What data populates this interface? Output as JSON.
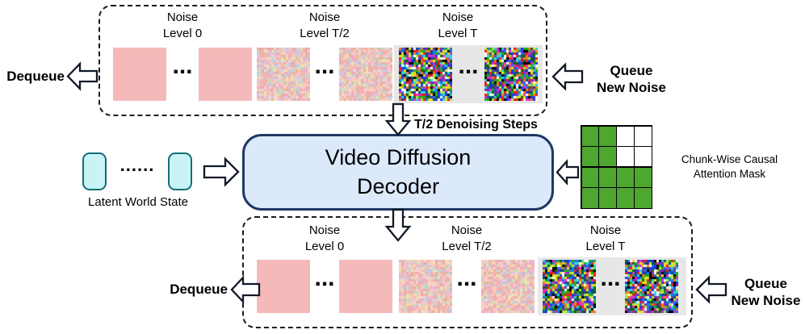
{
  "colors": {
    "frame_pink": "#f6b9b9",
    "queue_strip_gray": "#e7e7e7",
    "decoder_fill": "#dce9fb",
    "decoder_border": "#1f3864",
    "latent_fill": "#c9f3f5",
    "latent_border": "#136f77",
    "mask_green": "#4ea72e",
    "arrow_outline": "#111827"
  },
  "diagram": {
    "decoder": {
      "line1": "Video Diffusion",
      "line2": "Decoder"
    },
    "denoising_steps_label": "T/2 Denoising Steps",
    "latent_world_state": {
      "label": "Latent World State",
      "dots": "......"
    },
    "attention_mask": {
      "label_line1": "Chunk-Wise Causal",
      "label_line2": "Attention Mask",
      "grid": [
        [
          1,
          1,
          0,
          0
        ],
        [
          1,
          1,
          0,
          0
        ],
        [
          1,
          1,
          1,
          1
        ],
        [
          1,
          1,
          1,
          1
        ]
      ]
    },
    "top_queue": {
      "dequeue_label": "Dequeue",
      "queue_new_noise": {
        "line1": "Queue",
        "line2": "New Noise"
      },
      "ellipsis": "...",
      "noise_labels": [
        {
          "line1": "Noise",
          "line2": "Level 0"
        },
        {
          "line1": "Noise",
          "line2": "Level T/2"
        },
        {
          "line1": "Noise",
          "line2": "Level T"
        }
      ]
    },
    "bottom_queue": {
      "dequeue_label": "Dequeue",
      "queue_new_noise": {
        "line1": "Queue",
        "line2": "New Noise"
      },
      "ellipsis": "...",
      "noise_labels": [
        {
          "line1": "Noise",
          "line2": "Level 0"
        },
        {
          "line1": "Noise",
          "line2": "Level T/2"
        },
        {
          "line1": "Noise",
          "line2": "Level T"
        }
      ]
    }
  }
}
